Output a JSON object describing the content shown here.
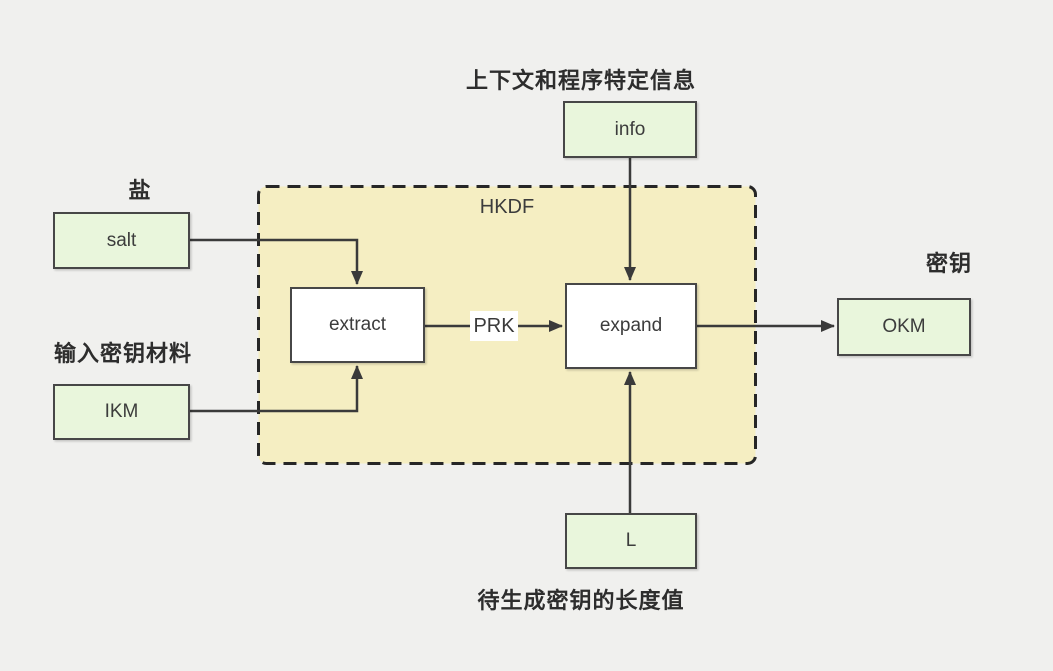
{
  "diagram": {
    "title": "HKDF",
    "container": {
      "label": "HKDF"
    },
    "nodes": {
      "info": {
        "label": "info",
        "caption": "上下文和程序特定信息"
      },
      "salt": {
        "label": "salt",
        "caption": "盐"
      },
      "ikm": {
        "label": "IKM",
        "caption": "输入密钥材料"
      },
      "extract": {
        "label": "extract"
      },
      "expand": {
        "label": "expand"
      },
      "okm": {
        "label": "OKM",
        "caption": "密钥"
      },
      "l": {
        "label": "L",
        "caption": "待生成密钥的长度值"
      }
    },
    "edges": {
      "prk_label": "PRK"
    },
    "colors": {
      "background": "#f0f0ee",
      "node_fill_green": "#e9f6dc",
      "node_fill_white": "#ffffff",
      "container_fill": "#f5eec2",
      "container_border": "#262626",
      "node_border": "#474747",
      "arrow": "#3a3a3a",
      "text": "#3c3c3c",
      "caption_text": "#2d2d2d"
    }
  }
}
